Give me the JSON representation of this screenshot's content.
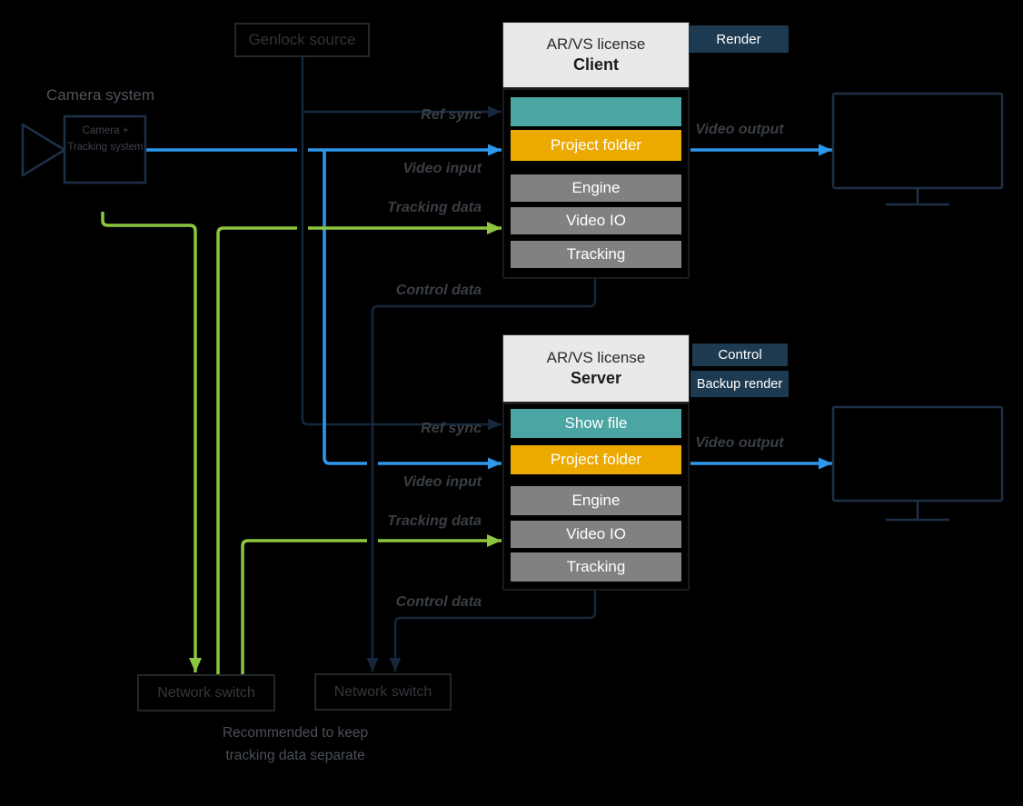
{
  "colors": {
    "video_line_blue": "#2e97ee",
    "tracking_line_green": "#8dc63f",
    "sync_control_line_dark": "#15273a",
    "teal_module": "#4aa5a3",
    "orange_module": "#ecaa00",
    "gray_module": "#818181",
    "badge_navy": "#1e3a50",
    "header_gray": "#e9e9e9"
  },
  "genlock": {
    "label": "Genlock source"
  },
  "camera": {
    "title": "Camera system",
    "box_label": "Camera + Tracking system"
  },
  "flows": {
    "ref_sync": "Ref sync",
    "video_input": "Video input",
    "tracking_data": "Tracking data",
    "control_data": "Control data",
    "video_output": "Video output"
  },
  "client": {
    "license": "AR/VS license",
    "role": "Client",
    "badges": [
      {
        "label": "Render"
      }
    ],
    "modules": [
      {
        "label": "",
        "type": "show-file"
      },
      {
        "label": "Project folder",
        "type": "project-folder"
      },
      {
        "label": "Engine",
        "type": "component"
      },
      {
        "label": "Video IO",
        "type": "component"
      },
      {
        "label": "Tracking",
        "type": "component"
      }
    ]
  },
  "server": {
    "license": "AR/VS license",
    "role": "Server",
    "badges": [
      {
        "label": "Control"
      },
      {
        "label": "Backup render"
      }
    ],
    "modules": [
      {
        "label": "Show file",
        "type": "show-file"
      },
      {
        "label": "Project folder",
        "type": "project-folder"
      },
      {
        "label": "Engine",
        "type": "component"
      },
      {
        "label": "Video IO",
        "type": "component"
      },
      {
        "label": "Tracking",
        "type": "component"
      }
    ]
  },
  "network_switches": [
    {
      "label": "Network switch"
    },
    {
      "label": "Network switch"
    }
  ],
  "note": "Recommended to keep tracking data separate"
}
